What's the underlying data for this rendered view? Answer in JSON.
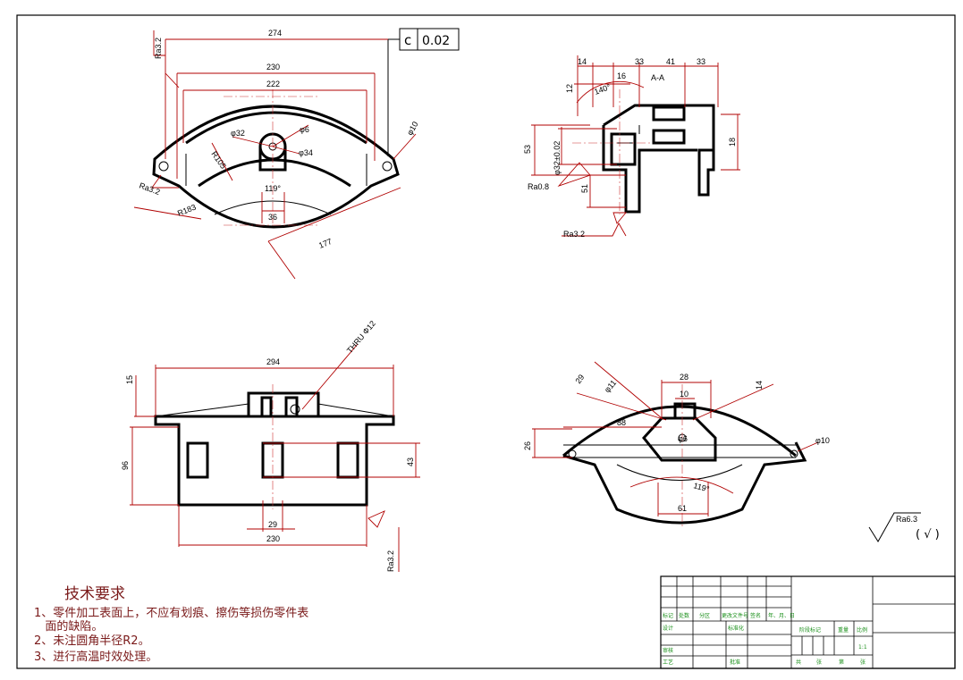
{
  "drawing": {
    "geometric_tolerance": {
      "symbol": "c",
      "value": "0.02"
    },
    "top_view": {
      "dims": {
        "d274": "274",
        "d230": "230",
        "d222": "222",
        "d119": "119°",
        "d36": "36",
        "r105": "R105",
        "r183": "R183",
        "d177": "177",
        "phi32": "φ32",
        "phi34": "φ34",
        "phi6": "φ6",
        "phi10": "φ10"
      },
      "roughness": {
        "ra_a": "Ra3.2",
        "ra_b": "Ra3.2"
      }
    },
    "section_view": {
      "label": "A-A",
      "dims": {
        "d14": "14",
        "d16": "16",
        "d33a": "33",
        "d41": "41",
        "d33b": "33",
        "d12": "12",
        "d140": "140°",
        "d53": "53",
        "d32tol": "φ32±0.02",
        "d51": "51",
        "d18": "18"
      },
      "roughness": {
        "ra_08": "Ra0.8",
        "ra_32": "Ra3.2"
      }
    },
    "front_view": {
      "dims": {
        "d294": "294",
        "d15": "15",
        "d96": "96",
        "d43": "43",
        "d29": "29",
        "d230": "230"
      },
      "thru": "THRU Ф12",
      "roughness": {
        "ra": "Ra3.2"
      }
    },
    "iso_view": {
      "dims": {
        "d28": "28",
        "d29": "29",
        "d14": "14",
        "d10": "10",
        "d88": "88",
        "d26": "26",
        "d119": "119°",
        "d61": "61",
        "phi11": "φ11",
        "phi6": "φ6",
        "phi10": "φ10"
      }
    },
    "general_roughness": {
      "value": "Ra6.3",
      "note": "( √ )"
    },
    "tech_requirements": {
      "title": "技术要求",
      "items": [
        "1、零件加工表面上，不应有划痕、擦伤等损伤零件表",
        "   面的缺陷。",
        "2、未注圆角半径R2。",
        "3、进行高温时效处理。"
      ]
    },
    "title_block": {
      "change_row": [
        "标记",
        "处数",
        "分区",
        "更改文件号",
        "签名",
        "年、月、日"
      ],
      "design": "设计",
      "standardize": "标准化",
      "stage_mark": "阶段标记",
      "weight": "重量",
      "scale": "比例",
      "scale_value": "1:1",
      "review": "审核",
      "process": "工艺",
      "approve": "批准",
      "sheets_row": [
        "共",
        "张",
        "第",
        "张"
      ]
    }
  }
}
